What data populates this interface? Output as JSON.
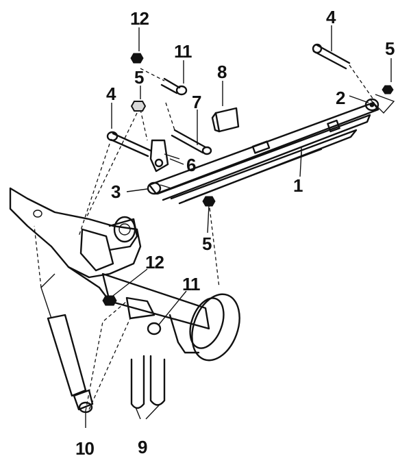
{
  "diagram": {
    "callouts": {
      "c1": "1",
      "c2": "2",
      "c3": "3",
      "c4a": "4",
      "c4b": "4",
      "c5a": "5",
      "c5b": "5",
      "c5c": "5",
      "c6": "6",
      "c7": "7",
      "c8": "8",
      "c9": "9",
      "c10": "10",
      "c11a": "11",
      "c11b": "11",
      "c12a": "12",
      "c12b": "12"
    }
  }
}
